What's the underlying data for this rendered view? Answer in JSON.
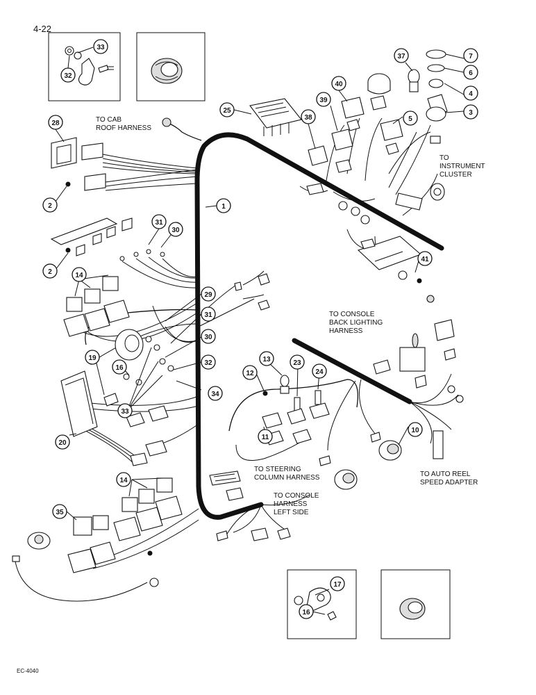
{
  "page": {
    "number": "4-22",
    "code": "EC-4040"
  },
  "notes": {
    "to_cab_roof_1": "TO CAB",
    "to_cab_roof_2": "ROOF HARNESS",
    "to_instrument_1": "TO",
    "to_instrument_2": "INSTRUMENT",
    "to_instrument_3": "CLUSTER",
    "to_console_back_1": "TO CONSOLE",
    "to_console_back_2": "BACK LIGHTING",
    "to_console_back_3": "HARNESS",
    "to_steering_1": "TO STEERING",
    "to_steering_2": "COLUMN HARNESS",
    "to_console_left_1": "TO CONSOLE",
    "to_console_left_2": "HARNESS",
    "to_console_left_3": "LEFT SIDE",
    "to_auto_reel_1": "TO AUTO REEL",
    "to_auto_reel_2": "SPEED ADAPTER"
  },
  "callouts": {
    "c1": "1",
    "c2a": "2",
    "c2b": "2",
    "c3": "3",
    "c4": "4",
    "c5": "5",
    "c6": "6",
    "c7": "7",
    "c10": "10",
    "c11": "11",
    "c12": "12",
    "c13": "13",
    "c14a": "14",
    "c14b": "14",
    "c16a": "16",
    "c16b": "16",
    "c17": "17",
    "c19": "19",
    "c20": "20",
    "c23": "23",
    "c24": "24",
    "c25": "25",
    "c28": "28",
    "c29": "29",
    "c30a": "30",
    "c30b": "30",
    "c31a": "31",
    "c31b": "31",
    "c32a": "32",
    "c32b": "32",
    "c33a": "33",
    "c33b": "33",
    "c34": "34",
    "c35": "35",
    "c37": "37",
    "c38": "38",
    "c39": "39",
    "c40": "40",
    "c41": "41"
  }
}
